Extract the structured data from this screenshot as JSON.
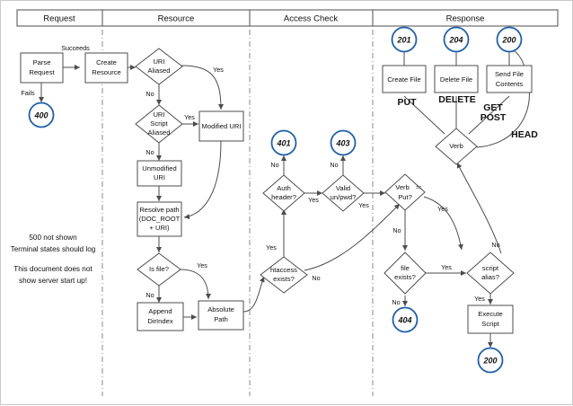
{
  "diagram": {
    "title": "HTTP Server Request Processing Flowchart",
    "accent_color": "#2060a8",
    "line_color": "#4d4d4d",
    "lanes": [
      {
        "id": "request",
        "label": "Request"
      },
      {
        "id": "resource",
        "label": "Resource"
      },
      {
        "id": "access_check",
        "label": "Access Check"
      },
      {
        "id": "response",
        "label": "Response"
      }
    ],
    "notes": [
      {
        "id": "note-1-line-1",
        "text": "500 not shown"
      },
      {
        "id": "note-1-line-2",
        "text": "Terminal states should log"
      },
      {
        "id": "note-2-line-1",
        "text": "This document does not"
      },
      {
        "id": "note-2-line-2",
        "text": "show server start up!"
      }
    ],
    "nodes": {
      "parse_request": {
        "label_line_1": "Parse",
        "label_line_2": "Request",
        "shape": "box"
      },
      "create_resource": {
        "label_line_1": "Create",
        "label_line_2": "Resource",
        "shape": "box"
      },
      "uri_aliased": {
        "label_line_1": "URI",
        "label_line_2": "Aliased",
        "shape": "diamond"
      },
      "uri_script_aliased": {
        "label_line_1": "URI",
        "label_line_2": "Script",
        "label_line_3": "Aliased",
        "shape": "diamond"
      },
      "modified_uri": {
        "label_line_1": "Modified URI",
        "shape": "box"
      },
      "unmodified_uri": {
        "label_line_1": "Unmodified",
        "label_line_2": "URI",
        "shape": "box"
      },
      "resolve_path": {
        "label_line_1": "Resolve path",
        "label_line_2": "(DOC_ROOT",
        "label_line_3": "+ URI)",
        "shape": "box"
      },
      "is_file": {
        "label_line_1": "Is file?",
        "shape": "diamond"
      },
      "append_dirindex": {
        "label_line_1": "Append",
        "label_line_2": "DirIndex",
        "shape": "box"
      },
      "absolute_path": {
        "label_line_1": "Absolute",
        "label_line_2": "Path",
        "shape": "box"
      },
      "htaccess_exists": {
        "label_line_1": "htaccess",
        "label_line_2": "exists?",
        "shape": "diamond"
      },
      "auth_header": {
        "label_line_1": "Auth",
        "label_line_2": "header?",
        "shape": "diamond"
      },
      "valid_unpwd": {
        "label_line_1": "Valid",
        "label_line_2": "un/pwd?",
        "shape": "diamond"
      },
      "verb_is_put": {
        "label_line_1": "Verb",
        "label_operator": "==",
        "label_line_2": "Put?",
        "shape": "diamond"
      },
      "file_exists": {
        "label_line_1": "file",
        "label_line_2": "exists?",
        "shape": "diamond"
      },
      "script_alias": {
        "label_line_1": "script",
        "label_line_2": "alias?",
        "shape": "diamond"
      },
      "execute_script": {
        "label_line_1": "Execute",
        "label_line_2": "Script",
        "shape": "box"
      },
      "verb": {
        "label_line_1": "Verb",
        "shape": "diamond"
      },
      "create_file": {
        "label_line_1": "Create File",
        "shape": "box"
      },
      "delete_file": {
        "label_line_1": "Delete File",
        "shape": "box"
      },
      "send_file_contents": {
        "label_line_1": "Send File",
        "label_line_2": "Contents",
        "shape": "box"
      }
    },
    "terminals": [
      {
        "id": "terminal-400",
        "code": "400"
      },
      {
        "id": "terminal-401",
        "code": "401"
      },
      {
        "id": "terminal-403",
        "code": "403"
      },
      {
        "id": "terminal-404",
        "code": "404"
      },
      {
        "id": "terminal-200-script",
        "code": "200"
      },
      {
        "id": "terminal-201",
        "code": "201"
      },
      {
        "id": "terminal-204",
        "code": "204"
      },
      {
        "id": "terminal-200-send",
        "code": "200"
      }
    ],
    "edge_labels": {
      "succeeds": "Succeeds",
      "fails": "Fails",
      "uri_aliased_yes": "Yes",
      "uri_aliased_no": "No",
      "uri_script_aliased_yes": "Yes",
      "uri_script_aliased_no": "No",
      "is_file_yes": "Yes",
      "is_file_no": "No",
      "htaccess_yes": "Yes",
      "htaccess_no": "No",
      "auth_header_no": "No",
      "auth_header_yes": "Yes",
      "valid_unpwd_no": "No",
      "valid_unpwd_yes": "Yes",
      "verb_put_yes": "Yes",
      "verb_put_no": "No",
      "file_exists_yes": "Yes",
      "file_exists_no": "No",
      "script_alias_yes": "Yes",
      "script_alias_no": "No"
    },
    "verb_labels": {
      "put": "PUT",
      "delete": "DELETE",
      "get": "GET",
      "post": "POST",
      "head": "HEAD"
    }
  }
}
